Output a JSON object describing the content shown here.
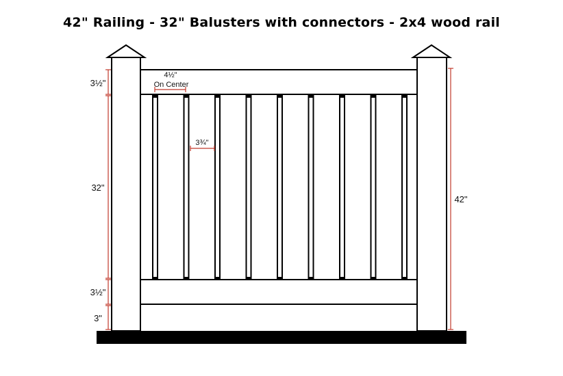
{
  "title": "42\" Railing - 32\" Balusters with connectors - 2x4 wood rail",
  "dimensions": {
    "top_rail": "3½\"",
    "baluster_height": "32\"",
    "bottom_rail": "3½\"",
    "ground_gap": "3\"",
    "overall_height": "42\"",
    "spacing_value": "4½\"",
    "spacing_caption": "On Center",
    "baluster_width": "3¾\""
  },
  "colors": {
    "outline": "#000000",
    "dimension_line": "#c0392b",
    "ground": "#000000",
    "fill": "#ffffff"
  },
  "baluster_count": 9
}
